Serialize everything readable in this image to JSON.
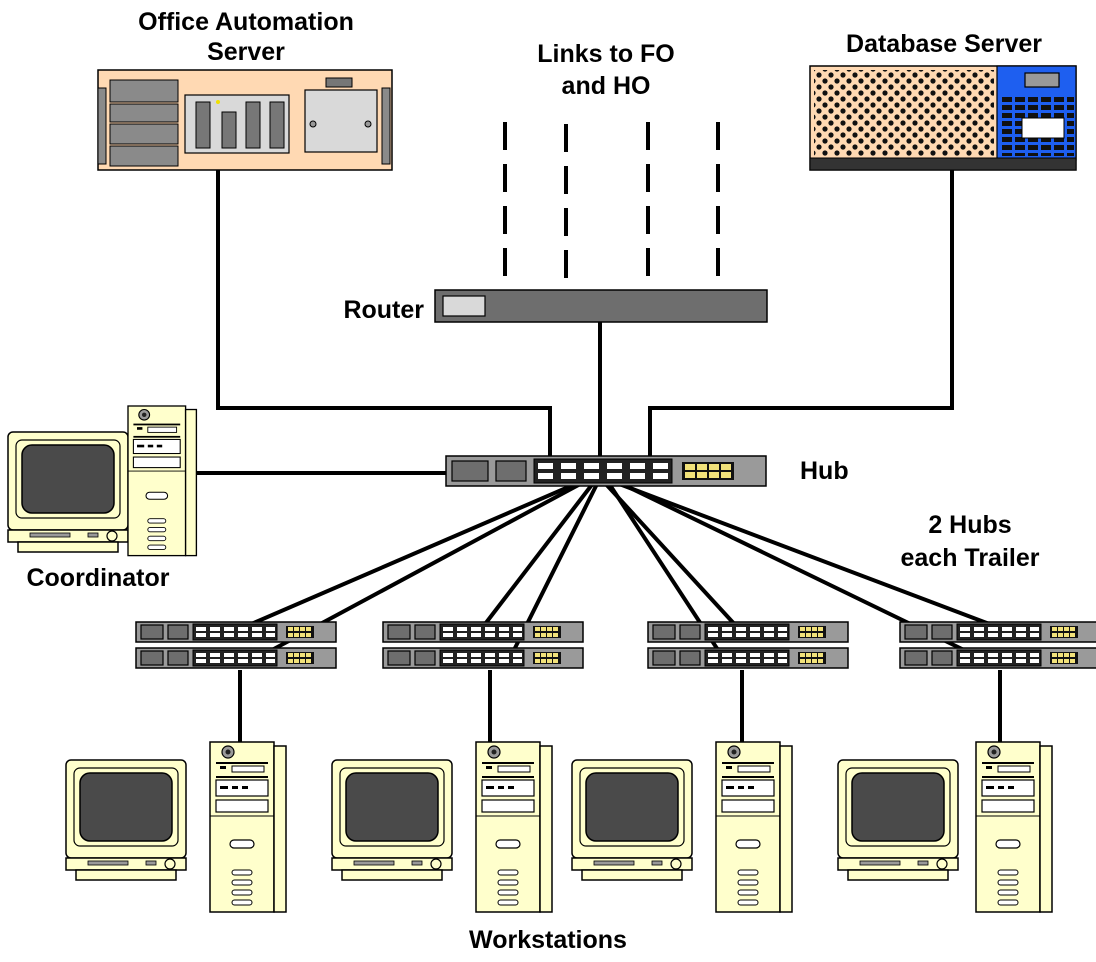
{
  "labels": {
    "oa_server_line1": "Office Automation",
    "oa_server_line2": "Server",
    "links_line1": "Links to FO",
    "links_line2": "and HO",
    "db_server": "Database Server",
    "router": "Router",
    "hub": "Hub",
    "hubs_line1": "2 Hubs",
    "hubs_line2": "each Trailer",
    "coordinator": "Coordinator",
    "workstations": "Workstations"
  },
  "colors": {
    "server_body": "#ffd9b3",
    "db_accent": "#1e5ff0",
    "device_gray": "#9a9a9a",
    "screen": "#4a4a4a",
    "monitor_body": "#ffffcc",
    "line": "#000000"
  },
  "workstation_groups": [
    {
      "id": "group-1"
    },
    {
      "id": "group-2"
    },
    {
      "id": "group-3"
    },
    {
      "id": "group-4"
    }
  ]
}
